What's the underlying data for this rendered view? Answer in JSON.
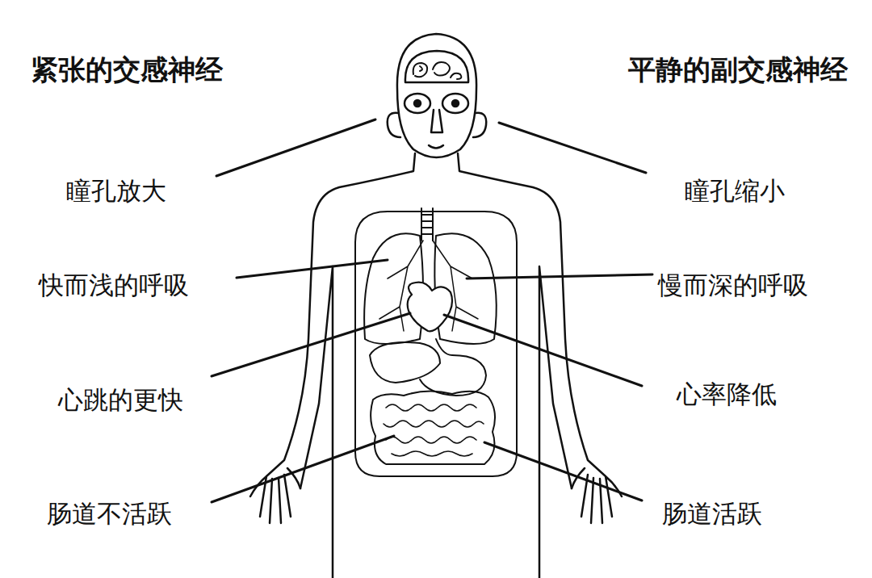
{
  "diagram": {
    "labels": [
      "紧张的交感神经",
      "平静的副交感神经",
      "瞳孔放大",
      "瞳孔缩小",
      "快而浅的呼吸",
      "慢而深的呼吸",
      "心跳的更快",
      "心率降低",
      "肠道不活跃",
      "肠道活跃"
    ]
  }
}
